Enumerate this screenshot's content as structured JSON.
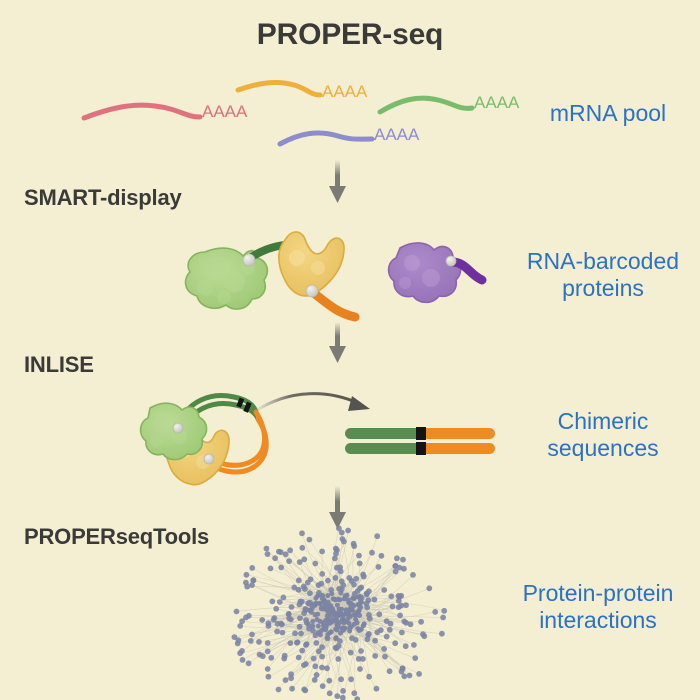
{
  "figure": {
    "title": "PROPER-seq",
    "background_color": "#f4eed3",
    "type": "workflow-diagram"
  },
  "stages": [
    {
      "id": "smart-display",
      "label": "SMART-display"
    },
    {
      "id": "inlise",
      "label": "INLISE"
    },
    {
      "id": "properseqtools",
      "label": "PROPERseqTools"
    }
  ],
  "outputs": [
    {
      "id": "mrna-pool",
      "label": "mRNA pool",
      "color": "#2b72c4"
    },
    {
      "id": "rna-barcoded",
      "label": "RNA-barcoded\nproteins",
      "color": "#2b72c4"
    },
    {
      "id": "chimeric-sequences",
      "label": "Chimeric\nsequences",
      "color": "#2b72c4"
    },
    {
      "id": "ppi",
      "label": "Protein-protein\ninteractions",
      "color": "#2b72c4"
    }
  ],
  "mrna_strands": [
    {
      "id": "mrna-red",
      "poly_a": "AAAA",
      "color": "#e0717e"
    },
    {
      "id": "mrna-orange",
      "poly_a": "AAAA",
      "color": "#efaf3b"
    },
    {
      "id": "mrna-green",
      "poly_a": "AAAA",
      "color": "#79bd6a"
    },
    {
      "id": "mrna-purple",
      "poly_a": "AAAA",
      "color": "#8d8ccd"
    }
  ],
  "proteins": [
    {
      "id": "protein-green",
      "body_color": "#a8cf80",
      "tail_color": "#3f7a3c"
    },
    {
      "id": "protein-yellow",
      "body_color": "#efc969",
      "tail_color": "#e8821e"
    },
    {
      "id": "protein-purple",
      "body_color": "#9f7cc0",
      "tail_color": "#6f2f9e"
    }
  ],
  "chimeric_bars": {
    "left_segment_color": "#5b8c4f",
    "junction_color": "#141414",
    "right_segment_color": "#ef8b21",
    "bar_count": 2
  },
  "network": {
    "node_color": "#7b84a3",
    "edge_color": "#cdc9b5",
    "node_count": 420
  },
  "arrows": {
    "color": "#7b7b73",
    "count": 3,
    "curved_arrow_color": "#55554f"
  }
}
